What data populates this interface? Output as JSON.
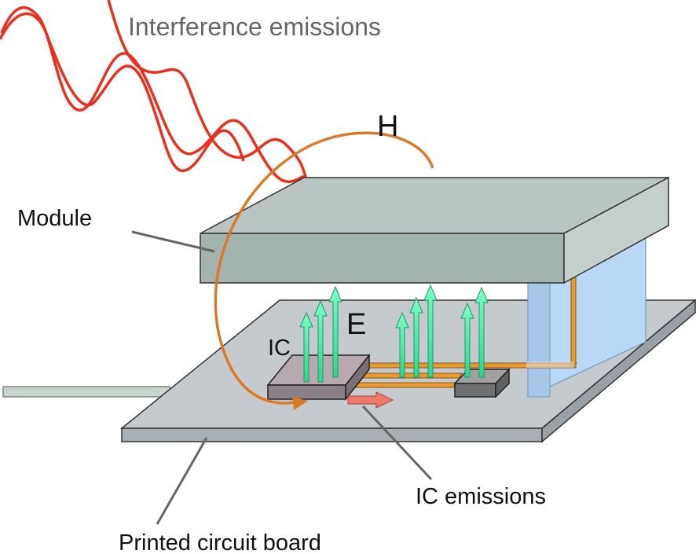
{
  "labels": {
    "interference_emissions": "Interference emissions",
    "h_field": "H",
    "module": "Module",
    "e_field": "E",
    "ic": "IC",
    "ic_emissions": "IC emissions",
    "pcb": "Printed circuit board"
  },
  "colors": {
    "interference_wave": "#e8301e",
    "h_field_line": "#d9792a",
    "e_field_arrows": "#3ef0a0",
    "traces": "#e79a2e",
    "ic_emission_arrow": "#ee7a6e",
    "module_body": "#a6b6b2",
    "module_side_panel": "#b8d8f5",
    "pcb": "#c4cace"
  }
}
